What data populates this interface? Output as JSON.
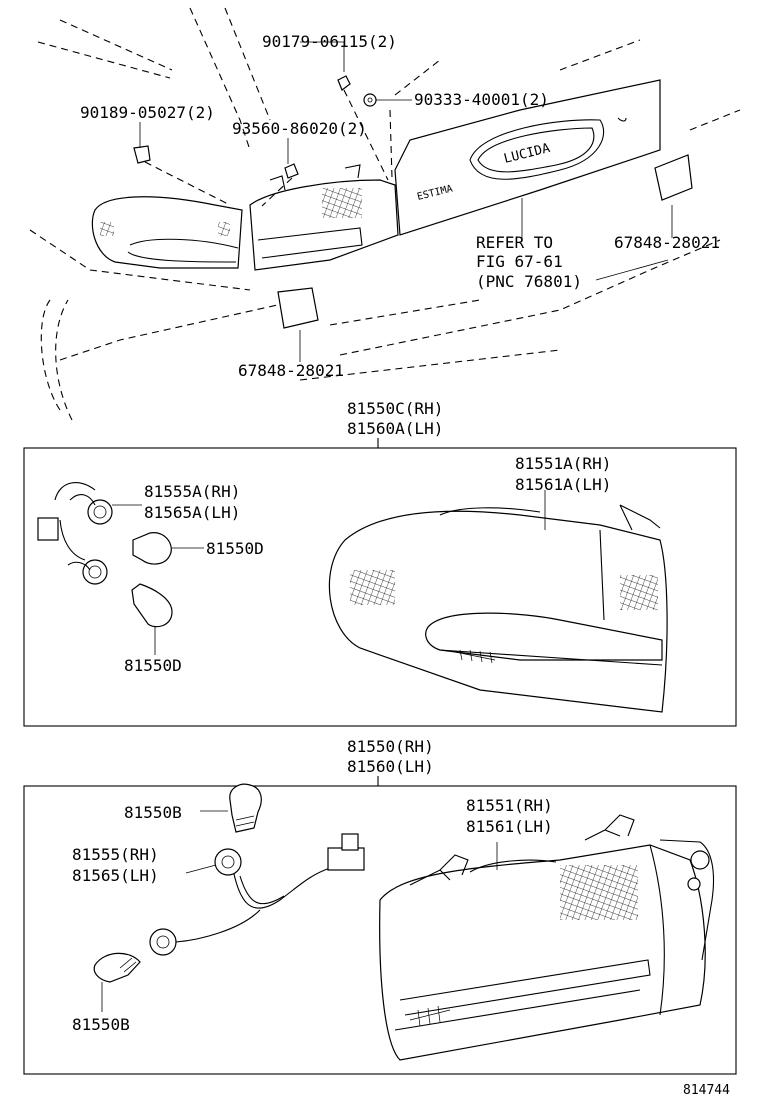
{
  "diagram": {
    "top_view": {
      "callouts": {
        "screw_top": "90179-06115(2)",
        "washer": "90333-40001(2)",
        "clip_left": "90189-05027(2)",
        "bolt_mid": "93560-86020(2)",
        "refer_line1": "REFER TO",
        "refer_line2": "FIG 67-61",
        "refer_line3": "(PNC 76801)",
        "reflector_right": "67848-28021",
        "reflector_left": "67848-28021",
        "garnish_brand": "LUCIDA",
        "garnish_model": "ESTIMA"
      }
    },
    "section_a": {
      "heading_rh": "81550C(RH)",
      "heading_lh": "81560A(LH)",
      "lens_rh": "81551A(RH)",
      "lens_lh": "81561A(LH)",
      "socket_rh": "81555A(RH)",
      "socket_lh": "81565A(LH)",
      "bulb_1": "81550D",
      "bulb_2": "81550D"
    },
    "section_b": {
      "heading_rh": "81550(RH)",
      "heading_lh": "81560(LH)",
      "lens_rh": "81551(RH)",
      "lens_lh": "81561(LH)",
      "socket_rh": "81555(RH)",
      "socket_lh": "81565(LH)",
      "bulb_top": "81550B",
      "bulb_bottom": "81550B"
    },
    "figure_id": "814744"
  }
}
